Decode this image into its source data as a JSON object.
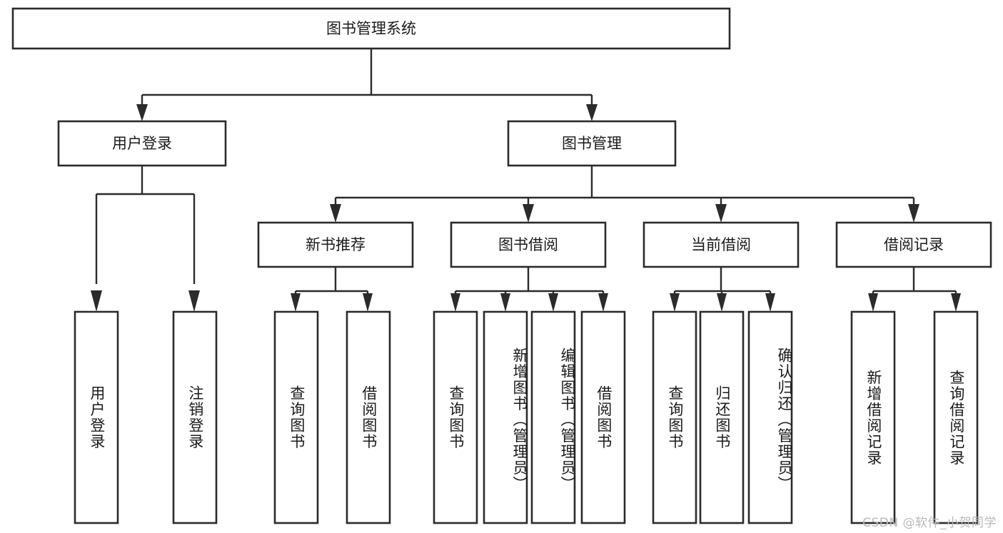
{
  "diagram": {
    "type": "hierarchy-tree",
    "title": "图书管理系统",
    "orientation": "top-down",
    "leaf_text_direction": "vertical",
    "colors": {
      "box_stroke": "#2b2b2b",
      "box_fill": "#ffffff",
      "text": "#1a1a1a",
      "background": "#ffffff",
      "watermark": "#b9b9b9"
    },
    "root": {
      "id": "root",
      "label": "图书管理系统"
    },
    "level2": [
      {
        "id": "user-login",
        "label": "用户登录"
      },
      {
        "id": "book-manage",
        "label": "图书管理"
      }
    ],
    "level3": [
      {
        "id": "new-book-recommend",
        "label": "新书推荐",
        "parent": "book-manage"
      },
      {
        "id": "book-borrow",
        "label": "图书借阅",
        "parent": "book-manage"
      },
      {
        "id": "current-borrow",
        "label": "当前借阅",
        "parent": "book-manage"
      },
      {
        "id": "borrow-record",
        "label": "借阅记录",
        "parent": "book-manage"
      }
    ],
    "leaves": [
      {
        "id": "leaf-user-login",
        "label": "用户登录",
        "parent": "user-login"
      },
      {
        "id": "leaf-logout-login",
        "label": "注销登录",
        "parent": "user-login"
      },
      {
        "id": "leaf-query-book-1",
        "label": "查询图书",
        "parent": "new-book-recommend"
      },
      {
        "id": "leaf-borrow-book-1",
        "label": "借阅图书",
        "parent": "new-book-recommend"
      },
      {
        "id": "leaf-query-book-2",
        "label": "查询图书",
        "parent": "book-borrow"
      },
      {
        "id": "leaf-add-book",
        "label": "新增图书（管理员）",
        "parent": "book-borrow"
      },
      {
        "id": "leaf-edit-book",
        "label": "编辑图书（管理员）",
        "parent": "book-borrow"
      },
      {
        "id": "leaf-borrow-book-2",
        "label": "借阅图书",
        "parent": "book-borrow"
      },
      {
        "id": "leaf-query-book-3",
        "label": "查询图书",
        "parent": "current-borrow"
      },
      {
        "id": "leaf-return-book",
        "label": "归还图书",
        "parent": "current-borrow"
      },
      {
        "id": "leaf-confirm-return",
        "label": "确认归还（管理员）",
        "parent": "current-borrow"
      },
      {
        "id": "leaf-add-record",
        "label": "新增借阅记录",
        "parent": "borrow-record"
      },
      {
        "id": "leaf-query-record",
        "label": "查询借阅记录",
        "parent": "borrow-record"
      }
    ]
  },
  "watermark": {
    "text": "CSDN @软件_小贺同学"
  }
}
